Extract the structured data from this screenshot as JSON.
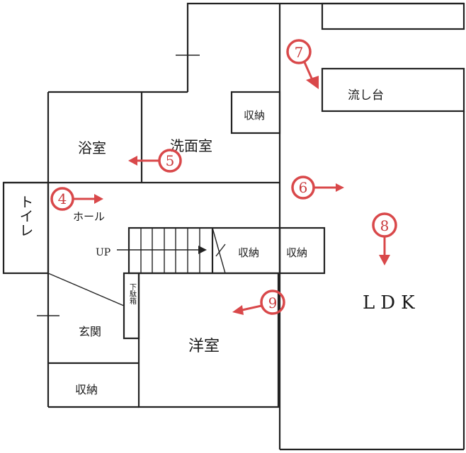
{
  "rooms": {
    "bathroom": "浴室",
    "washroom": "洗面室",
    "storage_wash": "収納",
    "hall": "ホール",
    "toilet": "トイレ",
    "stairs_up": "UP",
    "storage_stairs": "収納",
    "storage_ldk": "収納",
    "shoe_cabinet": "下駄箱",
    "entrance": "玄関",
    "western_room": "洋室",
    "storage_entrance": "収納",
    "sink": "流し台",
    "ldk": "LDK"
  },
  "markers": [
    {
      "number": "4",
      "direction": "right"
    },
    {
      "number": "5",
      "direction": "left"
    },
    {
      "number": "6",
      "direction": "right"
    },
    {
      "number": "7",
      "direction": "down-right"
    },
    {
      "number": "8",
      "direction": "down"
    },
    {
      "number": "9",
      "direction": "left"
    }
  ],
  "colors": {
    "marker": "#d9484a",
    "wall": "#222222"
  }
}
